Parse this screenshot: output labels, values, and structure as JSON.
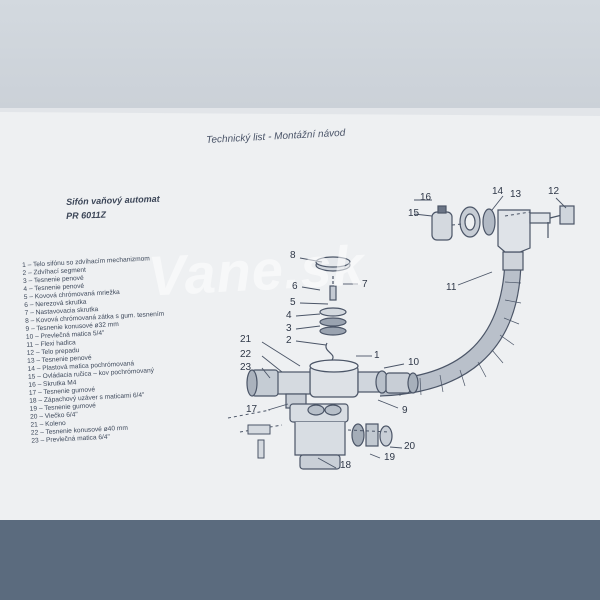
{
  "document": {
    "header": "Technický list - Montážní návod",
    "product_name": "Sifón vaňový automat",
    "product_code": "PR 6011Z",
    "watermark": "Vane.sk"
  },
  "parts": [
    "1 – Telo sifónu so zdvíhacím mechanizmom",
    "2 – Zdvíhací segment",
    "3 – Tesnenie penové",
    "4 – Tesnenie penové",
    "5 – Kovová chrómovaná mriežka",
    "6 – Nerezová skrutka",
    "7 – Nastavovacia skrutka",
    "8 – Kovová chrómovaná zátka s gum. tesnením",
    "9 – Tesnenie konusové ø32 mm",
    "10 – Prevlečná matica 5/4\"",
    "11 – Flexi hadica",
    "12 – Telo prepadu",
    "13 – Tesnenie penové",
    "14 – Plastová matica pochrómovaná",
    "15 – Ovládacia ručica – kov pochrómovaný",
    "16 – Skrutka M4",
    "17 – Tesnenie gumové",
    "18 – Zápachový uzáver s maticami 6/4\"",
    "19 – Tesnenie gumové",
    "20 – Viečko 6/4\"",
    "21 – Koleno",
    "22 – Tesnenie konusové ø40 mm",
    "23 – Prevlečná matica 6/4\""
  ],
  "diagram_labels": {
    "n1": "1",
    "n2": "2",
    "n3": "3",
    "n4": "4",
    "n5": "5",
    "n6": "6",
    "n7": "7",
    "n8": "8",
    "n9": "9",
    "n10": "10",
    "n11": "11",
    "n12": "12",
    "n13": "13",
    "n14": "14",
    "n15": "15",
    "n16": "16",
    "n17": "17",
    "n18": "18",
    "n19": "19",
    "n20": "20",
    "n21": "21",
    "n22": "22",
    "n23": "23"
  }
}
